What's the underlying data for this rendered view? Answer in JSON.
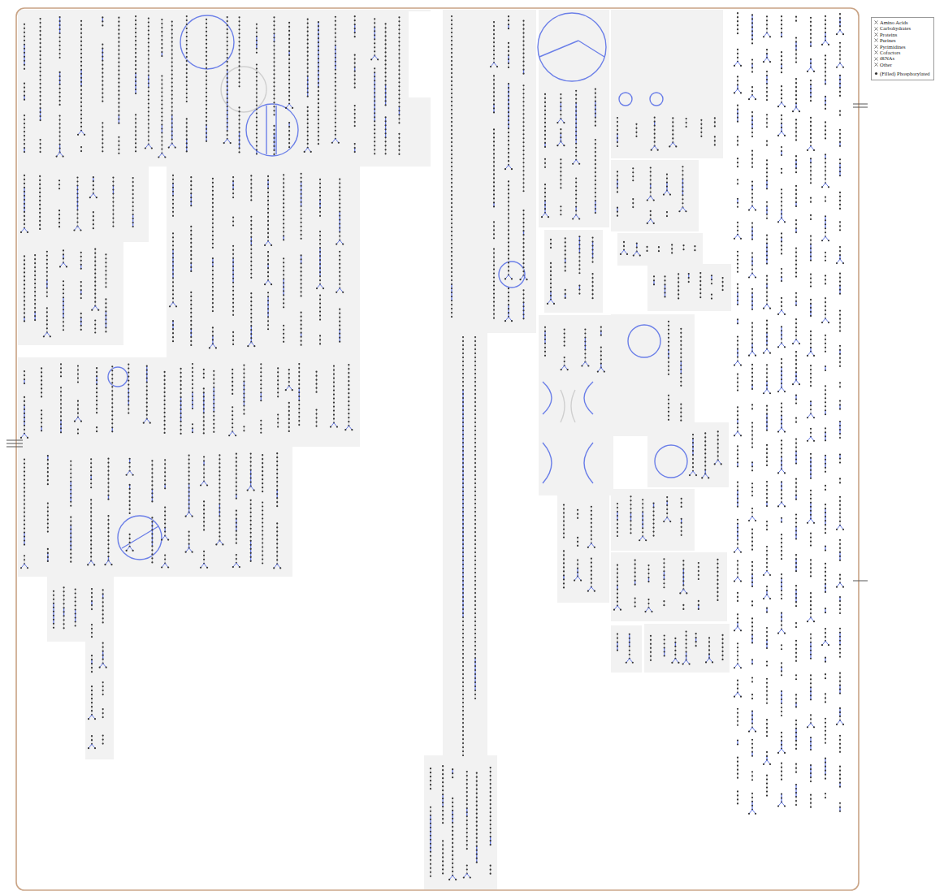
{
  "diagram": {
    "legend": [
      {
        "text": "Amino Acids"
      },
      {
        "text": "Carbohydrates"
      },
      {
        "text": "Proteins"
      },
      {
        "text": "Purines"
      },
      {
        "text": "Pyrimidines"
      },
      {
        "text": "Cofactors"
      },
      {
        "text": "tRNAs"
      },
      {
        "text": "Other"
      },
      {
        "text": "(Filled) Phosphorylated"
      }
    ]
  }
}
